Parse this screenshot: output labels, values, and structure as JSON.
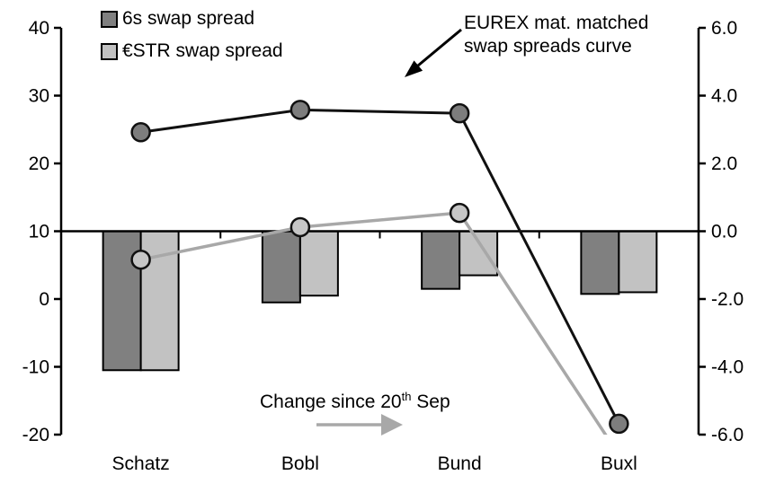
{
  "chart_data": {
    "type": "combo-bar-line",
    "categories": [
      "Schatz",
      "Bobl",
      "Bund",
      "Buxl"
    ],
    "bar_series": [
      {
        "name": "6s swap spread",
        "axis": "right",
        "color": "#808080",
        "values": [
          -4.1,
          -2.1,
          -1.7,
          -1.85
        ]
      },
      {
        "name": "€STR swap spread",
        "axis": "right",
        "color": "#c2c2c2",
        "values": [
          -4.1,
          -1.9,
          -1.3,
          -1.8
        ]
      }
    ],
    "line_series": [
      {
        "name": "6s swap spread curve (EUREX mat. matched)",
        "axis": "left",
        "line_color": "#111111",
        "marker_fill": "#7d7d7d",
        "values": [
          24.6,
          27.9,
          27.4,
          -18.4
        ],
        "markers": [
          true,
          true,
          true,
          true
        ]
      },
      {
        "name": "€STR swap spread curve (EUREX mat. matched)",
        "axis": "left",
        "line_color": "#a8a8a8",
        "marker_fill": "#c6c6c6",
        "values": [
          5.8,
          10.6,
          12.7,
          -23.0
        ],
        "markers": [
          true,
          true,
          true,
          false
        ]
      }
    ],
    "left_axis": {
      "min": -20,
      "max": 40,
      "ticks": [
        {
          "label": "40",
          "value": 40
        },
        {
          "label": "30",
          "value": 30
        },
        {
          "label": "20",
          "value": 20
        },
        {
          "label": "10",
          "value": 10
        },
        {
          "label": "0",
          "value": 0
        },
        {
          "label": "-10",
          "value": -10
        },
        {
          "label": "-20",
          "value": -20
        }
      ]
    },
    "right_axis": {
      "min": -6,
      "max": 6,
      "ticks": [
        {
          "label": "6.0",
          "value": 6
        },
        {
          "label": "4.0",
          "value": 4
        },
        {
          "label": "2.0",
          "value": 2
        },
        {
          "label": "0.0",
          "value": 0
        },
        {
          "label": "-2.0",
          "value": -2
        },
        {
          "label": "-4.0",
          "value": -4
        },
        {
          "label": "-6.0",
          "value": -6
        }
      ]
    },
    "grid": false,
    "bars_baseline_right": 0
  },
  "legend": {
    "items": [
      {
        "label": "6s swap spread",
        "color": "#808080"
      },
      {
        "label": "€STR swap spread",
        "color": "#c2c2c2"
      }
    ]
  },
  "annotations": {
    "curve_note": {
      "line1": "EUREX mat. matched",
      "line2": "swap spreads curve"
    },
    "change_note": {
      "prefix": "Change since 20",
      "sup": "th",
      "suffix": " Sep"
    },
    "arrow_colors": {
      "curve_arrow": "#000000",
      "change_arrow": "#a8a8a8"
    }
  }
}
